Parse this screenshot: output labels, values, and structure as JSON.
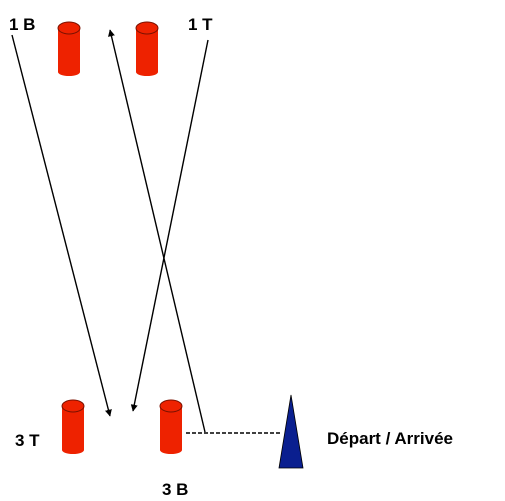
{
  "labels": {
    "buoy_1b": "1 B",
    "buoy_1t": "1 T",
    "buoy_3t": "3 T",
    "buoy_3b": "3 B",
    "start_finish": "Départ / Arrivée"
  },
  "colors": {
    "buoy_fill": "#ee2200",
    "buoy_stroke": "#7a1100",
    "mark_fill": "#0a1f8f",
    "line": "#000000"
  },
  "icons": {
    "buoy": "red-cylinder-buoy-icon",
    "start_mark": "blue-triangle-mark-icon"
  }
}
